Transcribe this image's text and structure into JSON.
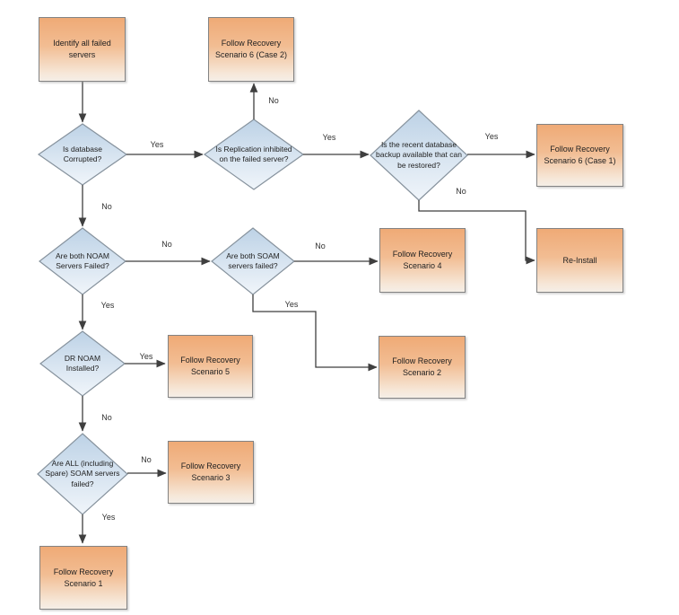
{
  "colors": {
    "box_gradient_top": "#efaa76",
    "box_gradient_bottom": "#f5eee7",
    "diamond_gradient_top": "#bdd2e6",
    "diamond_gradient_bottom": "#f0f5fa",
    "shape_border": "#838383",
    "connector": "#3f3f3f",
    "text": "#222222"
  },
  "nodes": {
    "identify_failed_servers": {
      "type": "process",
      "label": "Identify all failed servers"
    },
    "recovery_scenario_6_case_2": {
      "type": "process",
      "label": "Follow Recovery Scenario 6 (Case 2)"
    },
    "recovery_scenario_6_case_1": {
      "type": "process",
      "label": "Follow Recovery Scenario 6 (Case 1)"
    },
    "re_install": {
      "type": "process",
      "label": "Re-Install"
    },
    "recovery_scenario_4": {
      "type": "process",
      "label": "Follow Recovery Scenario 4"
    },
    "recovery_scenario_5": {
      "type": "process",
      "label": "Follow Recovery Scenario 5"
    },
    "recovery_scenario_2": {
      "type": "process",
      "label": "Follow Recovery Scenario 2"
    },
    "recovery_scenario_3": {
      "type": "process",
      "label": "Follow Recovery Scenario 3"
    },
    "recovery_scenario_1": {
      "type": "process",
      "label": "Follow Recovery Scenario 1"
    },
    "db_corrupted": {
      "type": "decision",
      "label": "Is database Corrupted?"
    },
    "replication_inhibited": {
      "type": "decision",
      "label": "Is Replication inhibited on the failed server?"
    },
    "backup_available": {
      "type": "decision",
      "label": "Is the recent database backup available that can be restored?"
    },
    "noam_failed": {
      "type": "decision",
      "label": "Are both NOAM Servers Failed?"
    },
    "soam_failed": {
      "type": "decision",
      "label": "Are both SOAM servers failed?"
    },
    "dr_noam_installed": {
      "type": "decision",
      "label": "DR NOAM Installed?"
    },
    "all_soam_failed": {
      "type": "decision",
      "label": "Are ALL (including Spare) SOAM servers failed?"
    }
  },
  "edges": {
    "start_to_db_corrupted": {
      "from": "identify_failed_servers",
      "to": "db_corrupted",
      "label": ""
    },
    "db_corrupted_yes": {
      "from": "db_corrupted",
      "to": "replication_inhibited",
      "label": "Yes"
    },
    "db_corrupted_no": {
      "from": "db_corrupted",
      "to": "noam_failed",
      "label": "No"
    },
    "replication_inhibited_no": {
      "from": "replication_inhibited",
      "to": "recovery_scenario_6_case_2",
      "label": "No"
    },
    "replication_inhibited_yes": {
      "from": "replication_inhibited",
      "to": "backup_available",
      "label": "Yes"
    },
    "backup_available_yes": {
      "from": "backup_available",
      "to": "recovery_scenario_6_case_1",
      "label": "Yes"
    },
    "backup_available_no": {
      "from": "backup_available",
      "to": "re_install",
      "label": "No"
    },
    "noam_failed_no": {
      "from": "noam_failed",
      "to": "soam_failed",
      "label": "No"
    },
    "noam_failed_yes": {
      "from": "noam_failed",
      "to": "dr_noam_installed",
      "label": "Yes"
    },
    "soam_failed_no": {
      "from": "soam_failed",
      "to": "recovery_scenario_4",
      "label": "No"
    },
    "soam_failed_yes": {
      "from": "soam_failed",
      "to": "recovery_scenario_2",
      "label": "Yes"
    },
    "dr_noam_yes": {
      "from": "dr_noam_installed",
      "to": "recovery_scenario_5",
      "label": "Yes"
    },
    "dr_noam_no": {
      "from": "dr_noam_installed",
      "to": "all_soam_failed",
      "label": "No"
    },
    "all_soam_no": {
      "from": "all_soam_failed",
      "to": "recovery_scenario_3",
      "label": "No"
    },
    "all_soam_yes": {
      "from": "all_soam_failed",
      "to": "recovery_scenario_1",
      "label": "Yes"
    }
  }
}
